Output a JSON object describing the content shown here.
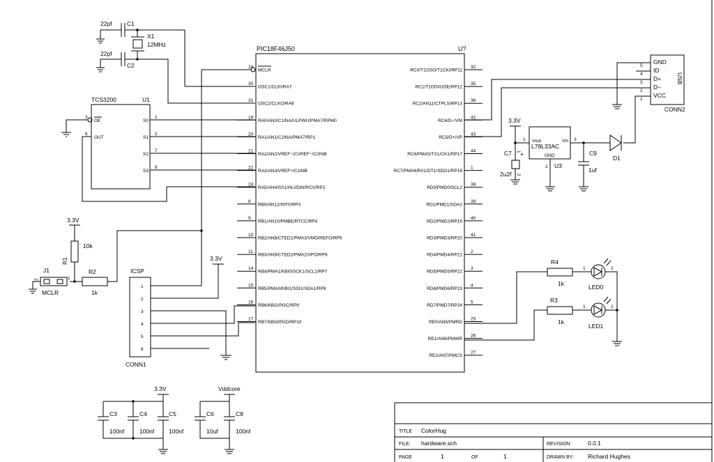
{
  "mcu": {
    "name": "PIC18F46J50",
    "ref": "U?",
    "left_pins": [
      {
        "num": "18",
        "name": "MCLR"
      },
      {
        "num": "30",
        "name": "OSC1/CLKI/RA7"
      },
      {
        "num": "31",
        "name": "OSC2/CLKO/RA6"
      },
      {
        "num": "19",
        "name": "RA0/AN0/C1INA/ULPWU/PMA7/RPM0"
      },
      {
        "num": "20",
        "name": "RA1/AN1/C2INA/PMA7/RP1"
      },
      {
        "num": "21",
        "name": "RA2/AN2/VREF−/CVREF−/C2INB"
      },
      {
        "num": "22",
        "name": "RA3/AN3/VREF+/C1INB"
      },
      {
        "num": "24",
        "name": "RA5/AN4/SS1/HLVDIN/RCV/RP2"
      },
      {
        "num": "8",
        "name": "RB0/AN12/INT0/RP3"
      },
      {
        "num": "9",
        "name": "RB1/AN10/PMBE/RTCC/RP4"
      },
      {
        "num": "10",
        "name": "RB2/AN8/CTED1/PMA3/VMO/REFO/RP5"
      },
      {
        "num": "11",
        "name": "RB3/AN9/CTED2/PMA2/VPO/RP6"
      },
      {
        "num": "14",
        "name": "RB4/PMA1/KBI0/SCK1/SCL1/RP7"
      },
      {
        "num": "15",
        "name": "RB5/PMA0/KBI1/SDI1/SDA1/RP8"
      },
      {
        "num": "16",
        "name": "RB6/KBI2/PGC/RP9"
      },
      {
        "num": "17",
        "name": "RB7/KBI3/PGD/RP10"
      }
    ],
    "right_pins": [
      {
        "num": "32",
        "name": "RC0/T1OSO/T1CKI/RP11"
      },
      {
        "num": "35",
        "name": "RC1/T1OSI/UOE/RP12"
      },
      {
        "num": "36",
        "name": "RC2/AN11/CTPLS/RP13"
      },
      {
        "num": "42",
        "name": "RC4/D−/VM"
      },
      {
        "num": "43",
        "name": "RC5/D+/VP"
      },
      {
        "num": "44",
        "name": "RC6/PMA5/TX1/CK1/RP17"
      },
      {
        "num": "1",
        "name": "RC7/PMA4/RX1/DT1/SDO1/RP18"
      },
      {
        "num": "38",
        "name": "RD0/PMD0/SCL2"
      },
      {
        "num": "39",
        "name": "RD1/PMD1/SDA2"
      },
      {
        "num": "40",
        "name": "RD2/PMD2/RP19"
      },
      {
        "num": "41",
        "name": "RD3/PMD3/RP20"
      },
      {
        "num": "2",
        "name": "RD4/PMD4/RP21"
      },
      {
        "num": "3",
        "name": "RD5/PMD5/RP22"
      },
      {
        "num": "4",
        "name": "RD6/PMD6/RP23"
      },
      {
        "num": "5",
        "name": "RD7/PMD7/RP24"
      },
      {
        "num": "25",
        "name": "RE0/AN5/PMRD"
      },
      {
        "num": "26",
        "name": "RE1/AN6/PMWR"
      },
      {
        "num": "27",
        "name": "RE2/AN7/PMCS"
      }
    ]
  },
  "sensor": {
    "name": "TCS3200",
    "ref": "U1",
    "left_pins": [
      {
        "num": "3",
        "name": "OE"
      },
      {
        "num": "6",
        "name": "OUT"
      }
    ],
    "right_pins": [
      {
        "num": "1",
        "name": "S0"
      },
      {
        "num": "2",
        "name": "S1"
      },
      {
        "num": "7",
        "name": "S2"
      },
      {
        "num": "8",
        "name": "S3"
      }
    ]
  },
  "crystal": {
    "c1": {
      "ref": "C1",
      "value": "22pf"
    },
    "c2": {
      "ref": "C2",
      "value": "22pf"
    },
    "x1": {
      "ref": "X1",
      "value": "12MHz"
    }
  },
  "reset": {
    "supply": "3.3V",
    "r1": {
      "ref": "R1",
      "value": "10k"
    },
    "r2": {
      "ref": "R2",
      "value": "1k"
    },
    "j1": {
      "ref": "J1",
      "label": "MCLR",
      "pin1": "1",
      "pin2": "2"
    }
  },
  "icsp": {
    "title": "ICSP",
    "ref": "CONN1",
    "pins": [
      "1",
      "2",
      "3",
      "4",
      "5",
      "6"
    ],
    "supply": "3.3V"
  },
  "usb": {
    "title": "USB",
    "ref": "CONN2",
    "pins": [
      {
        "num": "5",
        "name": "GND"
      },
      {
        "num": "4",
        "name": "ID"
      },
      {
        "num": "3",
        "name": "D+"
      },
      {
        "num": "2",
        "name": "D−"
      },
      {
        "num": "1",
        "name": "VCC"
      }
    ]
  },
  "regulator": {
    "name": "L78L33AC",
    "ref": "U3",
    "vout": "Vout",
    "vin": "Vin",
    "gnd": "GND",
    "pin_vout": "1",
    "pin_vin": "3",
    "pin_gnd": "2",
    "supply": "3.3V",
    "c7": {
      "ref": "C7",
      "value": "2u2f",
      "pin1": "1",
      "pin2": "2"
    },
    "c9": {
      "ref": "C9",
      "value": "1uf"
    },
    "d1": {
      "ref": "D1"
    }
  },
  "leds": {
    "r4": {
      "ref": "R4",
      "value": "1k"
    },
    "r3": {
      "ref": "R3",
      "value": "1k"
    },
    "led0": {
      "ref": "LED0",
      "p1": "1",
      "p2": "2"
    },
    "led1": {
      "ref": "LED1",
      "p1": "1",
      "p2": "2"
    }
  },
  "decoupling": {
    "supply1": "3.3V",
    "supply2": "Vddcore",
    "caps": [
      {
        "ref": "C3",
        "value": "100nf"
      },
      {
        "ref": "C4",
        "value": "100nf"
      },
      {
        "ref": "C5",
        "value": "100nf"
      },
      {
        "ref": "C6",
        "value": "10uf"
      },
      {
        "ref": "C8",
        "value": "100nf"
      }
    ]
  },
  "title_block": {
    "title_label": "TITLE",
    "title": "ColorHug",
    "file_label": "FILE:",
    "file": "hardware.sch",
    "revision_label": "REVISION:",
    "revision": "0.0.1",
    "page_label": "PAGE",
    "page": "1",
    "of_label": "OF",
    "of": "1",
    "drawn_label": "DRAWN BY:",
    "drawn_by": "Richard Hughes"
  }
}
